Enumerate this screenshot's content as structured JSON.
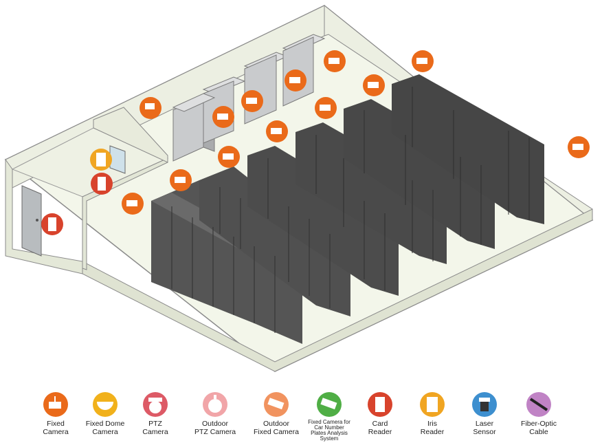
{
  "colors": {
    "fixed_camera": "#ea6a1a",
    "fixed_dome_camera": "#f1b11b",
    "ptz_camera": "#dd5a66",
    "outdoor_ptz_camera": "#f1a5a8",
    "outdoor_fixed_camera": "#f1935f",
    "car_number_camera": "#4fae45",
    "card_reader": "#d8432c",
    "iris_reader": "#f0a522",
    "laser_sensor": "#3d8fcf",
    "fiber_optic_cable": "#c083c5",
    "rack": "#4a4a4a",
    "floor": "#f3f6ea"
  },
  "legend": [
    {
      "label": "Fixed\nCamera",
      "icon": "fixed-camera-icon"
    },
    {
      "label": "Fixed Dome\nCamera",
      "icon": "fixed-dome-camera-icon"
    },
    {
      "label": "PTZ\nCamera",
      "icon": "ptz-camera-icon"
    },
    {
      "label": "Outdoor\nPTZ Camera",
      "icon": "outdoor-ptz-camera-icon"
    },
    {
      "label": "Outdoor\nFixed Camera",
      "icon": "outdoor-fixed-camera-icon"
    },
    {
      "label": "Fixed Camera for\nCar Number\nPlates Analysis\nSystem",
      "icon": "car-number-camera-icon"
    },
    {
      "label": "Card\nReader",
      "icon": "card-reader-icon"
    },
    {
      "label": "Iris\nReader",
      "icon": "iris-reader-icon"
    },
    {
      "label": "Laser\nSensor",
      "icon": "laser-sensor-icon"
    },
    {
      "label": "Fiber-Optic\nCable",
      "icon": "fiber-optic-cable-icon"
    }
  ]
}
